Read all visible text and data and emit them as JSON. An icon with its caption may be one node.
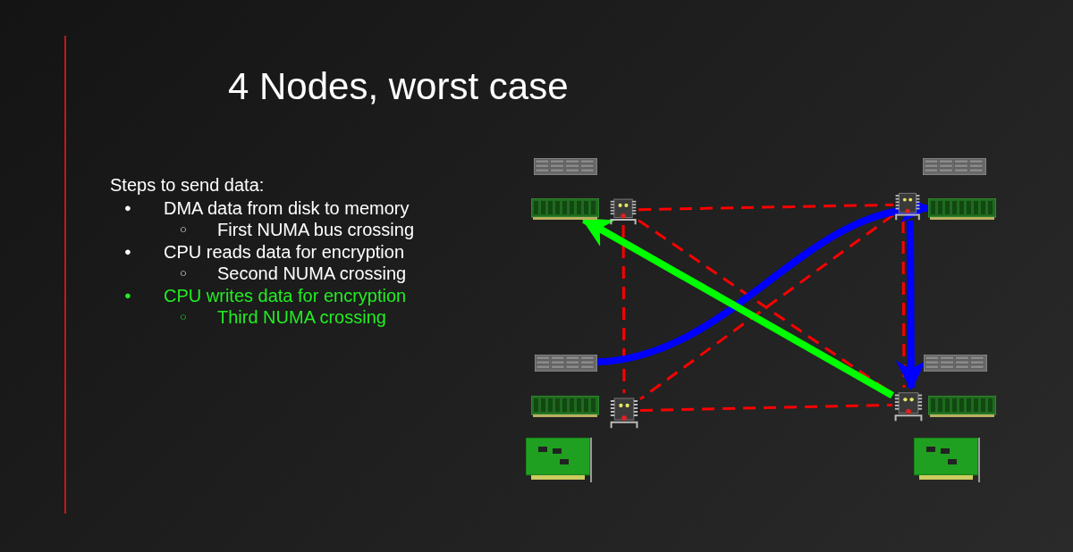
{
  "diagram": {
    "title": "4 Nodes, worst case",
    "nodes": [
      {
        "text": [],
        "shape": "picture"
      },
      {
        "text": [],
        "shape": "picture"
      },
      {
        "text": [],
        "shape": "picture"
      },
      {
        "text": [],
        "shape": "picture"
      },
      {
        "text": [],
        "shape": "picture"
      },
      {
        "text": [],
        "shape": "picture"
      },
      {
        "text": [],
        "shape": "picture"
      },
      {
        "text": [],
        "shape": "picture"
      },
      {
        "text": [],
        "shape": "picture"
      },
      {
        "text": [],
        "shape": "picture"
      },
      {
        "text": [],
        "shape": "picture"
      },
      {
        "text": [],
        "shape": "picture"
      },
      {
        "text": [],
        "shape": "picture"
      },
      {
        "text": [],
        "shape": "picture"
      }
    ],
    "edges": [
      {
        "from": 3,
        "to": 4,
        "arrow": "none",
        "style": "dashed",
        "color": "#ff0000"
      },
      {
        "from": 3,
        "to": 9,
        "arrow": "none",
        "style": "dashed",
        "color": "#ff0000"
      },
      {
        "from": 3,
        "to": 10,
        "arrow": "none",
        "style": "dashed",
        "color": "#ff0000"
      },
      {
        "from": 4,
        "to": 9,
        "arrow": "none",
        "style": "dashed",
        "color": "#ff0000"
      },
      {
        "from": 4,
        "to": 10,
        "arrow": "none",
        "style": "dashed",
        "color": "#ff0000"
      },
      {
        "from": 9,
        "to": 10,
        "arrow": "none",
        "style": "dashed",
        "color": "#ff0000"
      },
      {
        "from": 6,
        "to": 5,
        "arrow": "to",
        "style": "thick",
        "color": "#0000ff"
      },
      {
        "from": 4,
        "to": 10,
        "arrow": "to",
        "style": "thick",
        "color": "#0000ff"
      },
      {
        "from": 10,
        "to": 2,
        "arrow": "to",
        "style": "thick",
        "color": "#00ff00"
      }
    ],
    "labels": [
      "Steps to send data:",
      "●",
      "DMA data from disk to memory",
      "○",
      "First NUMA bus crossing",
      "●",
      "CPU reads data for encryption",
      "○",
      "Second NUMA crossing",
      "●",
      "CPU writes data for encryption",
      "○",
      "Third NUMA crossing"
    ]
  }
}
